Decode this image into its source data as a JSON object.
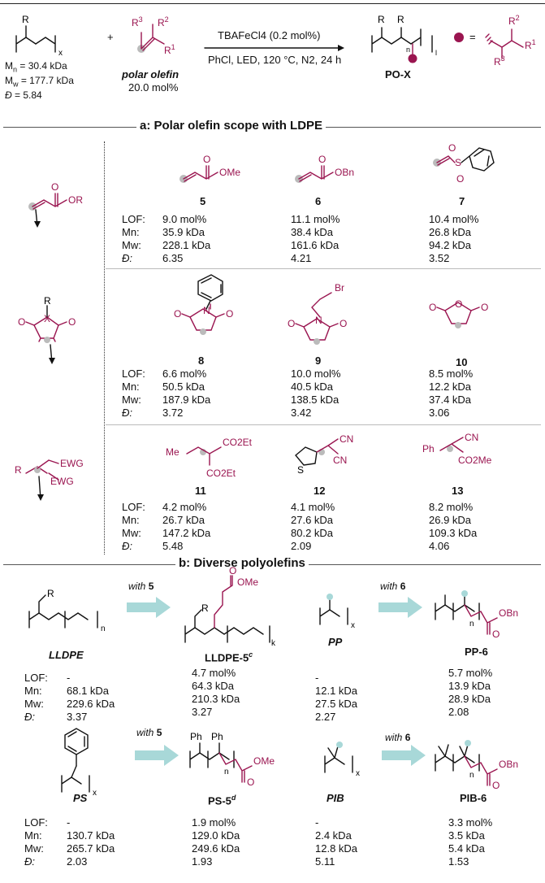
{
  "header": {
    "reactant_pe": {
      "label_R": "R",
      "label_x": "x",
      "mn": "M",
      "mn_sub": "n",
      "mn_val": " = 30.4 kDa",
      "mw": "M",
      "mw_sub": "w",
      "mw_val": " = 177.7 kDa",
      "d": "Đ",
      "d_val": " = 5.84"
    },
    "plus": "+",
    "olefin": {
      "r1": "R",
      "r1_sup": "1",
      "r2": "R",
      "r2_sup": "2",
      "r3": "R",
      "r3_sup": "3",
      "name": "polar olefin",
      "amount": "20.0 mol%"
    },
    "conditions_top": "TBAFeCl4 (0.2 mol%)",
    "conditions_bottom": "PhCl, LED, 120 °C, N2, 24 h",
    "product_label": "PO-X",
    "product_subs": {
      "r_a": "R",
      "r_b": "R",
      "n": "n",
      "l": "l"
    },
    "equals": "=",
    "side": {
      "r1": "R",
      "r2": "R",
      "r3": "R",
      "s1": "1",
      "s2": "2",
      "s3": "3"
    }
  },
  "section_a": {
    "title": "a: Polar olefin scope with LDPE",
    "row_labels": {
      "lof": "LOF:",
      "mn": "Mn:",
      "mw": "Mw:",
      "d": "Đ:"
    },
    "rows": [
      {
        "generic": {
          "ome": "OR",
          "o": "O"
        },
        "compounds": [
          {
            "id": "5",
            "group": "OMe",
            "o": "O",
            "lof": "9.0 mol%",
            "mn": "35.9 kDa",
            "mw": "228.1 kDa",
            "d": "6.35"
          },
          {
            "id": "6",
            "group": "OBn",
            "o": "O",
            "lof": "11.1 mol%",
            "mn": "38.4 kDa",
            "mw": "161.6 kDa",
            "d": "4.21"
          },
          {
            "id": "7",
            "group": "S",
            "o": "O",
            "lof": "10.4 mol%",
            "mn": "26.8 kDa",
            "mw": "94.2 kDa",
            "d": "3.52"
          }
        ]
      },
      {
        "generic": {
          "r": "R",
          "x": "X",
          "o": "O"
        },
        "compounds": [
          {
            "id": "8",
            "group": "N",
            "o": "O",
            "lof": "6.6 mol%",
            "mn": "50.5 kDa",
            "mw": "187.9 kDa",
            "d": "3.72"
          },
          {
            "id": "9",
            "group": "N",
            "br": "Br",
            "o": "O",
            "lof": "10.0 mol%",
            "mn": "40.5 kDa",
            "mw": "138.5 kDa",
            "d": "3.42"
          },
          {
            "id": "10",
            "group": "O",
            "o": "O",
            "lof": "8.5 mol%",
            "mn": "12.2 kDa",
            "mw": "37.4 kDa",
            "d": "3.06"
          }
        ]
      },
      {
        "generic": {
          "r": "R",
          "ewg": "EWG"
        },
        "compounds": [
          {
            "id": "11",
            "me": "Me",
            "g1": "CO2Et",
            "g2": "CO2Et",
            "lof": "4.2 mol%",
            "mn": "26.7 kDa",
            "mw": "147.2 kDa",
            "d": "5.48"
          },
          {
            "id": "12",
            "s": "S",
            "g1": "CN",
            "g2": "CN",
            "lof": "4.1 mol%",
            "mn": "27.6 kDa",
            "mw": "80.2 kDa",
            "d": "2.09"
          },
          {
            "id": "13",
            "ph": "Ph",
            "g1": "CN",
            "g2": "CO2Me",
            "lof": "8.2 mol%",
            "mn": "26.9 kDa",
            "mw": "109.3 kDa",
            "d": "4.06"
          }
        ]
      }
    ]
  },
  "section_b": {
    "title": "b: Diverse polyolefins",
    "row_labels": {
      "lof": "LOF:",
      "mn": "Mn:",
      "mw": "Mw:",
      "d": "Đ:"
    },
    "pairs": [
      {
        "polymer": "LLDPE",
        "with": "with ",
        "reagent": "5",
        "product": "LLDPE-5",
        "product_sup": "c",
        "poly_vals": {
          "lof": "-",
          "mn": "68.1 kDa",
          "mw": "229.6 kDa",
          "d": "3.37"
        },
        "prod_vals": {
          "lof": "4.7 mol%",
          "mn": "64.3 kDa",
          "mw": "210.3 kDa",
          "d": "3.27"
        },
        "labels": {
          "r": "R",
          "n": "n",
          "k": "k",
          "ome": "OMe",
          "o": "O"
        }
      },
      {
        "polymer": "PP",
        "with": "with ",
        "reagent": "6",
        "product": "PP-6",
        "product_sup": "",
        "poly_vals": {
          "lof": "-",
          "mn": "12.1 kDa",
          "mw": "27.5 kDa",
          "d": "2.27"
        },
        "prod_vals": {
          "lof": "5.7 mol%",
          "mn": "13.9 kDa",
          "mw": "28.9 kDa",
          "d": "2.08"
        },
        "labels": {
          "x": "x",
          "n": "n",
          "obn": "OBn",
          "o": "O"
        }
      },
      {
        "polymer": "PS",
        "with": "with ",
        "reagent": "5",
        "product": "PS-5",
        "product_sup": "d",
        "poly_vals": {
          "lof": "-",
          "mn": "130.7 kDa",
          "mw": "265.7 kDa",
          "d": "2.03"
        },
        "prod_vals": {
          "lof": "1.9 mol%",
          "mn": "129.0 kDa",
          "mw": "249.6 kDa",
          "d": "1.93"
        },
        "labels": {
          "x": "x",
          "ph": "Ph",
          "n": "n",
          "ome": "OMe",
          "o": "O"
        }
      },
      {
        "polymer": "PIB",
        "with": "with ",
        "reagent": "6",
        "product": "PIB-6",
        "product_sup": "",
        "poly_vals": {
          "lof": "-",
          "mn": "2.4 kDa",
          "mw": "12.8 kDa",
          "d": "5.11"
        },
        "prod_vals": {
          "lof": "3.3 mol%",
          "mn": "3.5 kDa",
          "mw": "5.4 kDa",
          "d": "1.53"
        },
        "labels": {
          "x": "x",
          "n": "n",
          "obn": "OBn",
          "o": "O"
        }
      }
    ]
  },
  "colors": {
    "accent": "#9a1550",
    "arrow": "#a8d8d8",
    "highlight": "#bbbbbb"
  }
}
